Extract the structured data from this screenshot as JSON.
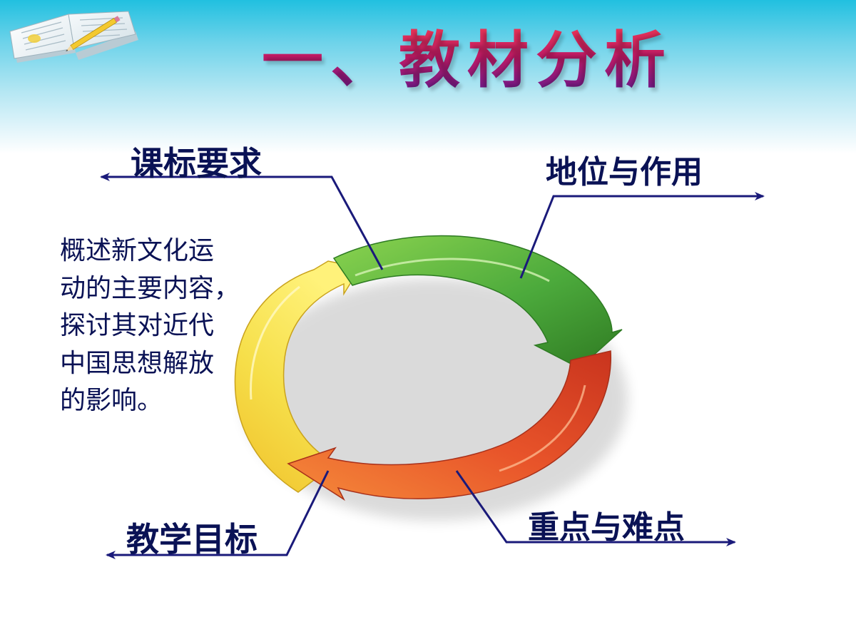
{
  "title": "一、教材分析",
  "cycle": {
    "labels": {
      "top_left": "课标要求",
      "top_right": "地位与作用",
      "bottom_left": "教学目标",
      "bottom_right": "重点与难点"
    },
    "colors": {
      "green": "#4caa3c",
      "orange": "#e8542a",
      "yellow": "#f2d43a",
      "line": "#1a1a7a"
    }
  },
  "description": {
    "lines": [
      "概述新文化运",
      "动的主要内容，",
      "探讨其对近代",
      "中国思想解放",
      "的影响。"
    ]
  },
  "icons": {
    "corner": "open-book-with-pencil-icon"
  }
}
